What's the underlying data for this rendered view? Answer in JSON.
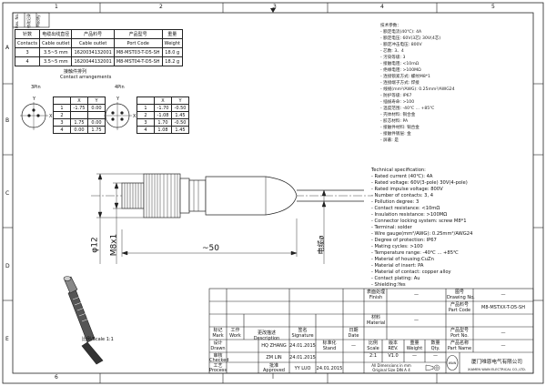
{
  "frame": {
    "cols": [
      "1",
      "2",
      "3",
      "4",
      "5",
      "6"
    ],
    "rows": [
      "A",
      "B",
      "C",
      "D",
      "E"
    ]
  },
  "revision_block": {
    "headers": [
      "Rev. No.",
      "修改记录",
      "Modify"
    ]
  },
  "spec_table": {
    "headers_cn": [
      "针数",
      "电缆出线直径",
      "产品料号",
      "产品型号",
      "重量"
    ],
    "headers_en": [
      "Contacts",
      "Cable outlet",
      "Cable outlet",
      "Port Code",
      "Weight"
    ],
    "rows": [
      [
        "3",
        "3.5~5 mm",
        "1620034132001",
        "M8-MST03-T-D5-SH",
        "18.0 g"
      ],
      [
        "4",
        "3.5~5 mm",
        "1620044132001",
        "M8-MST04-T-D5-SH",
        "18.2 g"
      ]
    ]
  },
  "contact_arrangements": {
    "title_cn": "接触件排列",
    "title_en": "Contact arrangements",
    "pin3": {
      "label": "3Pin",
      "headers": [
        "",
        "X",
        "Y"
      ],
      "rows": [
        [
          "1",
          "-1.75",
          "0.00"
        ],
        [
          "2",
          "",
          ""
        ],
        [
          "3",
          "1.75",
          "0.00"
        ],
        [
          "4",
          "0.00",
          "1.75"
        ]
      ]
    },
    "pin4": {
      "label": "4Pin",
      "headers": [
        "",
        "X",
        "Y"
      ],
      "rows": [
        [
          "1",
          "-1.70",
          "-0.50"
        ],
        [
          "2",
          "-1.08",
          "1.45"
        ],
        [
          "3",
          "1.70",
          "-0.50"
        ],
        [
          "4",
          "1.08",
          "1.45"
        ]
      ]
    },
    "axis_x": "X",
    "axis_y": "Y"
  },
  "notes_cn": [
    "技术参数：",
    "- 额定电流(40℃): 4A",
    "- 额定电压: 60V(3芯)  30V(4芯)",
    "- 额定冲击电压: 800V",
    "- 芯数: 3、4",
    "- 污染等级: 3",
    "- 接触电阻: <10mΩ",
    "- 绝缘电阻: >100MΩ",
    "- 连接锁紧方式: 螺纹M8*1",
    "- 连接端子方式: 焊接",
    "- 线规(mm²/AWG): 0.25mm²/AWG24",
    "- 防护等级: IP67",
    "- 插拔寿命: >100",
    "- 温度范围: -40℃ ... +85℃",
    "- 壳体材料: 铜合金",
    "- 胶芯材料: PA",
    "- 接触件材料: 铜合金",
    "- 接触件镀层: 金",
    "- 屏蔽: 是"
  ],
  "notes_en": [
    "Technical specification:",
    "- Rated current (40℃): 4A",
    "- Rated voltage: 60V(3-pole)   30V(4-pole)",
    "- Rated impulse voltage: 800V",
    "- Number of contacts: 3, 4",
    "- Pollution degree: 3",
    "- Contact resistance: <10mΩ",
    "- Insulation resistance: >100MΩ",
    "- Connector locking system: screw M8*1",
    "- Terminal: solder",
    "- Wire gauge(mm²/AWG): 0.25mm²/AWG24",
    "- Degree of protection: IP67",
    "- Mating cycles: >100",
    "- Temperature range: -40℃ ... +85℃",
    "- Material of housing:CuZn",
    "- Material of insert: PA",
    "- Material of contact: copper alloy",
    "- Contact plating: Au",
    "- Shielding:Yes"
  ],
  "dimensions": {
    "length": "~50",
    "diameter": "φ12",
    "thread": "M8x1",
    "cable_cn": "电缆ø"
  },
  "scale_label": "比例/Scale 1:1",
  "title_block": {
    "finish_cn": "表面处理",
    "finish_en": "Finish",
    "finish_val": "—",
    "material_cn": "材料",
    "material_en": "Material",
    "material_val": "—",
    "drawing_no_cn": "图号",
    "drawing_no_en": "Drawing No.",
    "drawing_no_val": "—",
    "part_code_cn": "产品料号",
    "part_code_en": "Part Code",
    "part_code_val": "M8-MSTXX-T-D5-SH",
    "port_no_cn": "产品型号",
    "port_no_en": "Port No.",
    "port_no_val": "—",
    "part_name_cn": "产品名称",
    "part_name_en": "Part Name",
    "part_name_val": "—",
    "mark_cn": "标记",
    "mark_en": "Mark",
    "work_cn": "工作",
    "work_en": "Work",
    "desc_cn": "更改描述",
    "desc_en": "Description",
    "sign_cn": "签名",
    "sign_en": "Signature",
    "date_cn": "日期",
    "date_en": "Date",
    "drawn_cn": "设计",
    "drawn_en": "Drawn",
    "drawn_by": "HQ ZHANG",
    "drawn_date": "24.01.2015",
    "stand_cn": "标准化",
    "stand_en": "Stand",
    "stand_val": "—",
    "checked_cn": "审核",
    "checked_en": "Checked",
    "checked_by": "ZM LIN",
    "checked_date": "24.01.2015",
    "process_cn": "工艺",
    "process_en": "Process",
    "approved_cn": "批准",
    "approved_en": "Approved",
    "approved_by": "YY LUO",
    "approved_date": "24.01.2015",
    "scale_cn": "比例",
    "scale_en": "Scale",
    "scale_val": "2:1",
    "rev_cn": "版本",
    "rev_en": "REV.",
    "rev_val": "V1.0",
    "weight_cn": "重量",
    "weight_en": "Weight",
    "weight_val": "—",
    "qty_cn": "数量",
    "qty_en": "Qty.",
    "qty_val": "—",
    "dim_note_1": "All Dimensions in mm",
    "dim_note_2": "Original Size DIN A 4",
    "company_cn": "厦门唯恩电气有限公司",
    "company_en": "XIAMEN WAIN ELECTRICAL CO.,LTD.",
    "logo_text": "WAIN"
  }
}
